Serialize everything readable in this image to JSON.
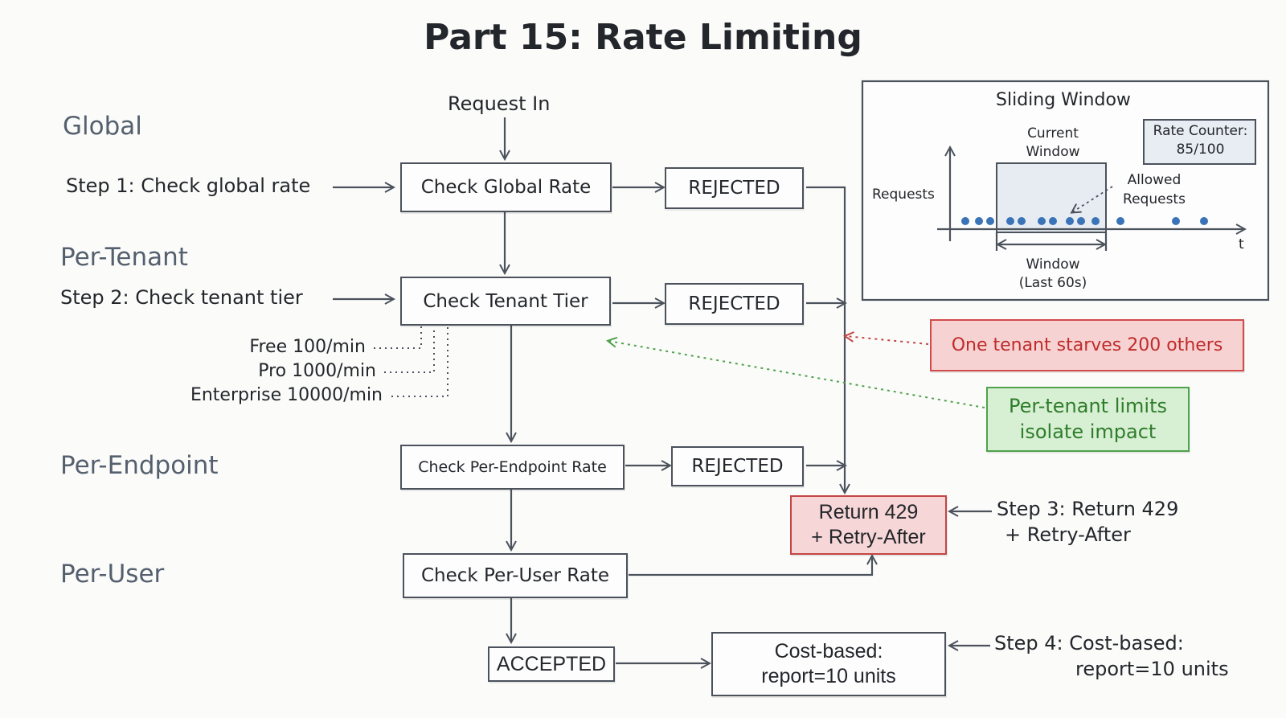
{
  "title": "Part 15: Rate Limiting",
  "tiers": {
    "global": "Global",
    "tenant": "Per-Tenant",
    "endpoint": "Per-Endpoint",
    "user": "Per-User"
  },
  "steps": {
    "step1": "Step 1: Check global rate",
    "step2": "Step 2: Check tenant tier",
    "step3_line1": "Step 3: Return 429",
    "step3_line2": "+ Retry-After",
    "step4_line1": "Step 4: Cost-based:",
    "step4_line2": "report=10 units"
  },
  "flow": {
    "request_in": "Request In",
    "check_global": "Check Global Rate",
    "check_tenant": "Check Tenant Tier",
    "check_endpoint": "Check Per-Endpoint Rate",
    "check_user": "Check Per-User Rate",
    "rejected_1": "REJECTED",
    "rejected_2": "REJECTED",
    "rejected_3": "REJECTED",
    "return429_line1": "Return 429",
    "return429_line2": "+ Retry-After",
    "accepted": "ACCEPTED",
    "cost_line1": "Cost-based:",
    "cost_line2": "report=10 units"
  },
  "tenant_limits": {
    "free": "Free 100/min",
    "pro": "Pro 1000/min",
    "enterprise": "Enterprise 10000/min"
  },
  "notes": {
    "starve": "One tenant starves 200 others",
    "isolate_line1": "Per-tenant limits",
    "isolate_line2": "isolate impact"
  },
  "sliding_window": {
    "title": "Sliding Window",
    "current_window_line1": "Current",
    "current_window_line2": "Window",
    "counter_line1": "Rate Counter:",
    "counter_line2": "85/100",
    "y_label": "Requests",
    "x_label": "t",
    "allowed_line1": "Allowed",
    "allowed_line2": "Requests",
    "window_line1": "Window",
    "window_line2": "(Last 60s)"
  },
  "colors": {
    "line": "#4b525c",
    "reject_red": "#c44545",
    "note_green": "#4ea34a",
    "dot_blue": "#3a73b8"
  }
}
